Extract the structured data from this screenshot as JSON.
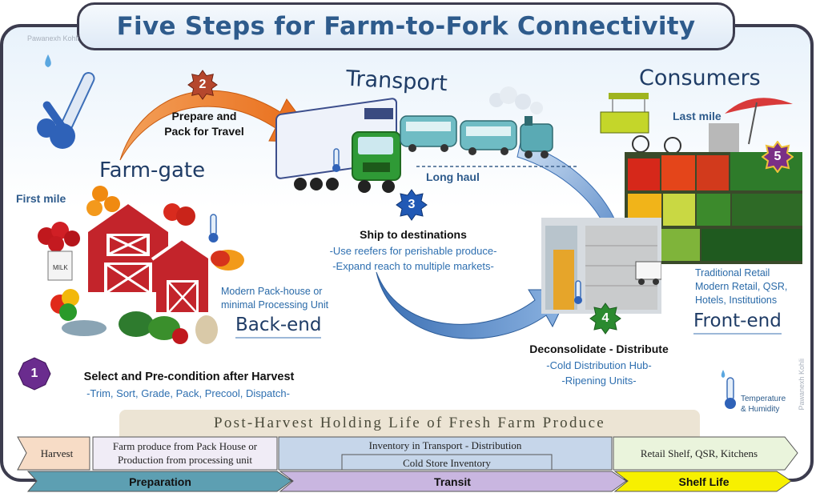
{
  "title": "Five Steps for Farm-to-Fork Connectivity",
  "watermark": "Pawanexh Kohli",
  "sections": {
    "farm_gate": "Farm-gate",
    "transport": "Transport",
    "consumers": "Consumers",
    "back_end": "Back-end",
    "front_end": "Front-end"
  },
  "labels": {
    "first_mile": "First mile",
    "last_mile": "Last mile",
    "long_haul": "Long haul",
    "pack_house": [
      "Modern Pack-house or",
      "minimal Processing Unit"
    ],
    "retail": [
      "Traditional Retail",
      "Modern Retail, QSR,",
      "Hotels, Institutions"
    ],
    "temperature": [
      "Temperature",
      "& Humidity"
    ],
    "milk": "MILK"
  },
  "steps": [
    {
      "num": "1",
      "title": "Select and Pre-condition after Harvest",
      "desc": [
        "-Trim, Sort, Grade, Pack, Precool, Dispatch-"
      ],
      "color": "#6a2c8e"
    },
    {
      "num": "2",
      "title": "Prepare and\nPack for Travel",
      "desc": [],
      "color": "#b5472d"
    },
    {
      "num": "3",
      "title": "Ship to destinations",
      "desc": [
        "-Use reefers for perishable produce-",
        "-Expand reach to multiple markets-"
      ],
      "color": "#2159b5"
    },
    {
      "num": "4",
      "title": "Deconsolidate - Distribute",
      "desc": [
        "-Cold Distribution Hub-",
        "-Ripening Units-"
      ],
      "color": "#2b8a2f"
    },
    {
      "num": "5",
      "title": "",
      "desc": [],
      "color": "#7a2f86"
    }
  ],
  "timeline": {
    "banner": "Post-Harvest Holding Life of Fresh Farm Produce",
    "top": [
      {
        "label": "Harvest",
        "color": "#f7dcc6"
      },
      {
        "label": "Farm produce from Pack House or\nProduction from processing unit",
        "color": "#f0ecf6"
      },
      {
        "label": "Inventory in Transport - Distribution",
        "sub": "Cold Store Inventory",
        "color": "#c6d6ea"
      },
      {
        "label": "Retail Shelf, QSR, Kitchens",
        "color": "#eaf4dc"
      }
    ],
    "bottom": [
      {
        "label": "Preparation",
        "color": "#5d9fb2"
      },
      {
        "label": "Transit",
        "color": "#c9b6e0"
      },
      {
        "label": "Shelf Life",
        "color": "#f7f000"
      }
    ]
  },
  "colors": {
    "title": "#2e5b8c",
    "heading": "#1f3c66",
    "accent_blue": "#2e6fb0"
  }
}
